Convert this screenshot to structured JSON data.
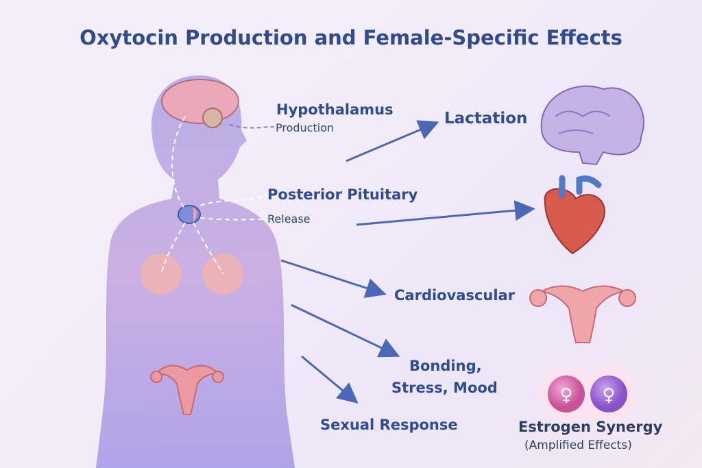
{
  "title": "Oxytocin Production and Female-Specific Effects",
  "labels": {
    "hypothalamus": "Hypothalamus",
    "production": "Production",
    "posterior_pituitary": "Posterior Pituitary",
    "release": "Release",
    "lactation": "Lactation",
    "cardiovascular": "Cardiovascular",
    "bonding": "Bonding,",
    "bonding2": "Stress, Mood",
    "sexual_response": "Sexual Response",
    "estrogen_synergy": "Estrogen Synergy",
    "amplified_effects": "(Amplified Effects)"
  },
  "colors": {
    "title": "#30498f",
    "label": "#2f4c90",
    "arrow": "#4a67b8",
    "body": "#a99ae0",
    "organ": "#e48a8e"
  }
}
